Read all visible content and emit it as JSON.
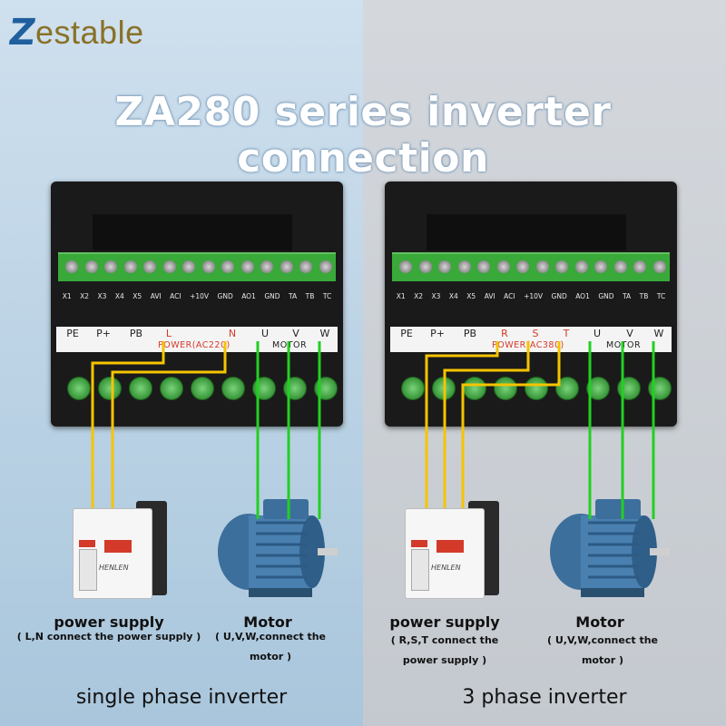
{
  "brand": {
    "logo_initial": "Z",
    "logo_rest": "estable"
  },
  "title": "ZA280 series inverter connection",
  "left": {
    "control_labels": [
      "X1",
      "X2",
      "X3",
      "X4",
      "X5",
      "AVI",
      "ACI",
      "+10V",
      "GND",
      "AO1",
      "GND",
      "TA",
      "TB",
      "TC"
    ],
    "power_labels": [
      "PE",
      "P+",
      "PB",
      "L",
      "N",
      "U",
      "V",
      "W"
    ],
    "power_sub": "POWER(AC220)",
    "motor_sub": "MOTOR",
    "power_caption": "power supply",
    "power_note": "( L,N connect the power supply )",
    "motor_caption": "Motor",
    "motor_note_1": "( U,V,W,connect the",
    "motor_note_2": "motor )",
    "inverter_type": "single phase inverter"
  },
  "right": {
    "control_labels": [
      "X1",
      "X2",
      "X3",
      "X4",
      "X5",
      "AVI",
      "ACI",
      "+10V",
      "GND",
      "AO1",
      "GND",
      "TA",
      "TB",
      "TC"
    ],
    "power_labels": [
      "PE",
      "P+",
      "PB",
      "R",
      "S",
      "T",
      "U",
      "V",
      "W"
    ],
    "power_sub": "POWER(AC380)",
    "motor_sub": "MOTOR",
    "power_caption": "power supply",
    "power_note_1": "( R,S,T connect the",
    "power_note_2": "power supply )",
    "motor_caption": "Motor",
    "motor_note_1": "( U,V,W,connect the",
    "motor_note_2": "motor )",
    "inverter_type": "3 phase inverter"
  },
  "breaker_brand": "HENLEN",
  "colors": {
    "wire_power": "#f5c400",
    "wire_motor": "#22d022",
    "panel": "#1a1a1a",
    "terminal_green": "#39a93a"
  }
}
